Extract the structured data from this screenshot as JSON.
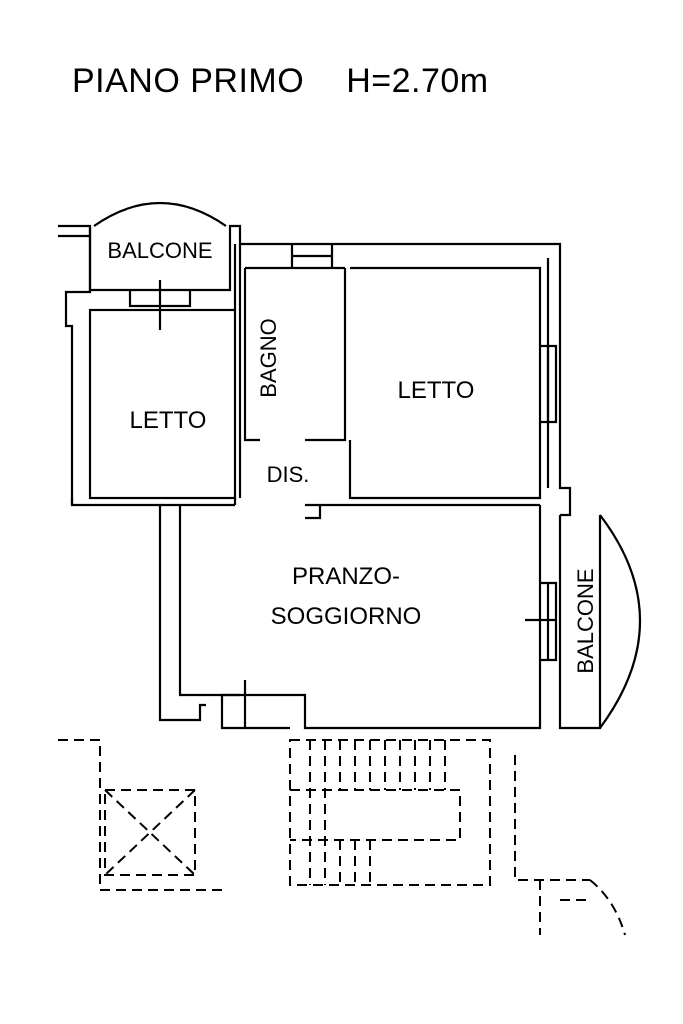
{
  "title": {
    "floor": "PIANO PRIMO",
    "height": "H=2.70m"
  },
  "rooms": {
    "balcone_top": "BALCONE",
    "bagno": "BAGNO",
    "letto_left": "LETTO",
    "letto_right": "LETTO",
    "dis": "DIS.",
    "pranzo_line1": "PRANZO-",
    "pranzo_line2": "SOGGIORNO",
    "balcone_right": "BALCONE"
  },
  "colors": {
    "line": "#000000",
    "background": "#ffffff"
  }
}
